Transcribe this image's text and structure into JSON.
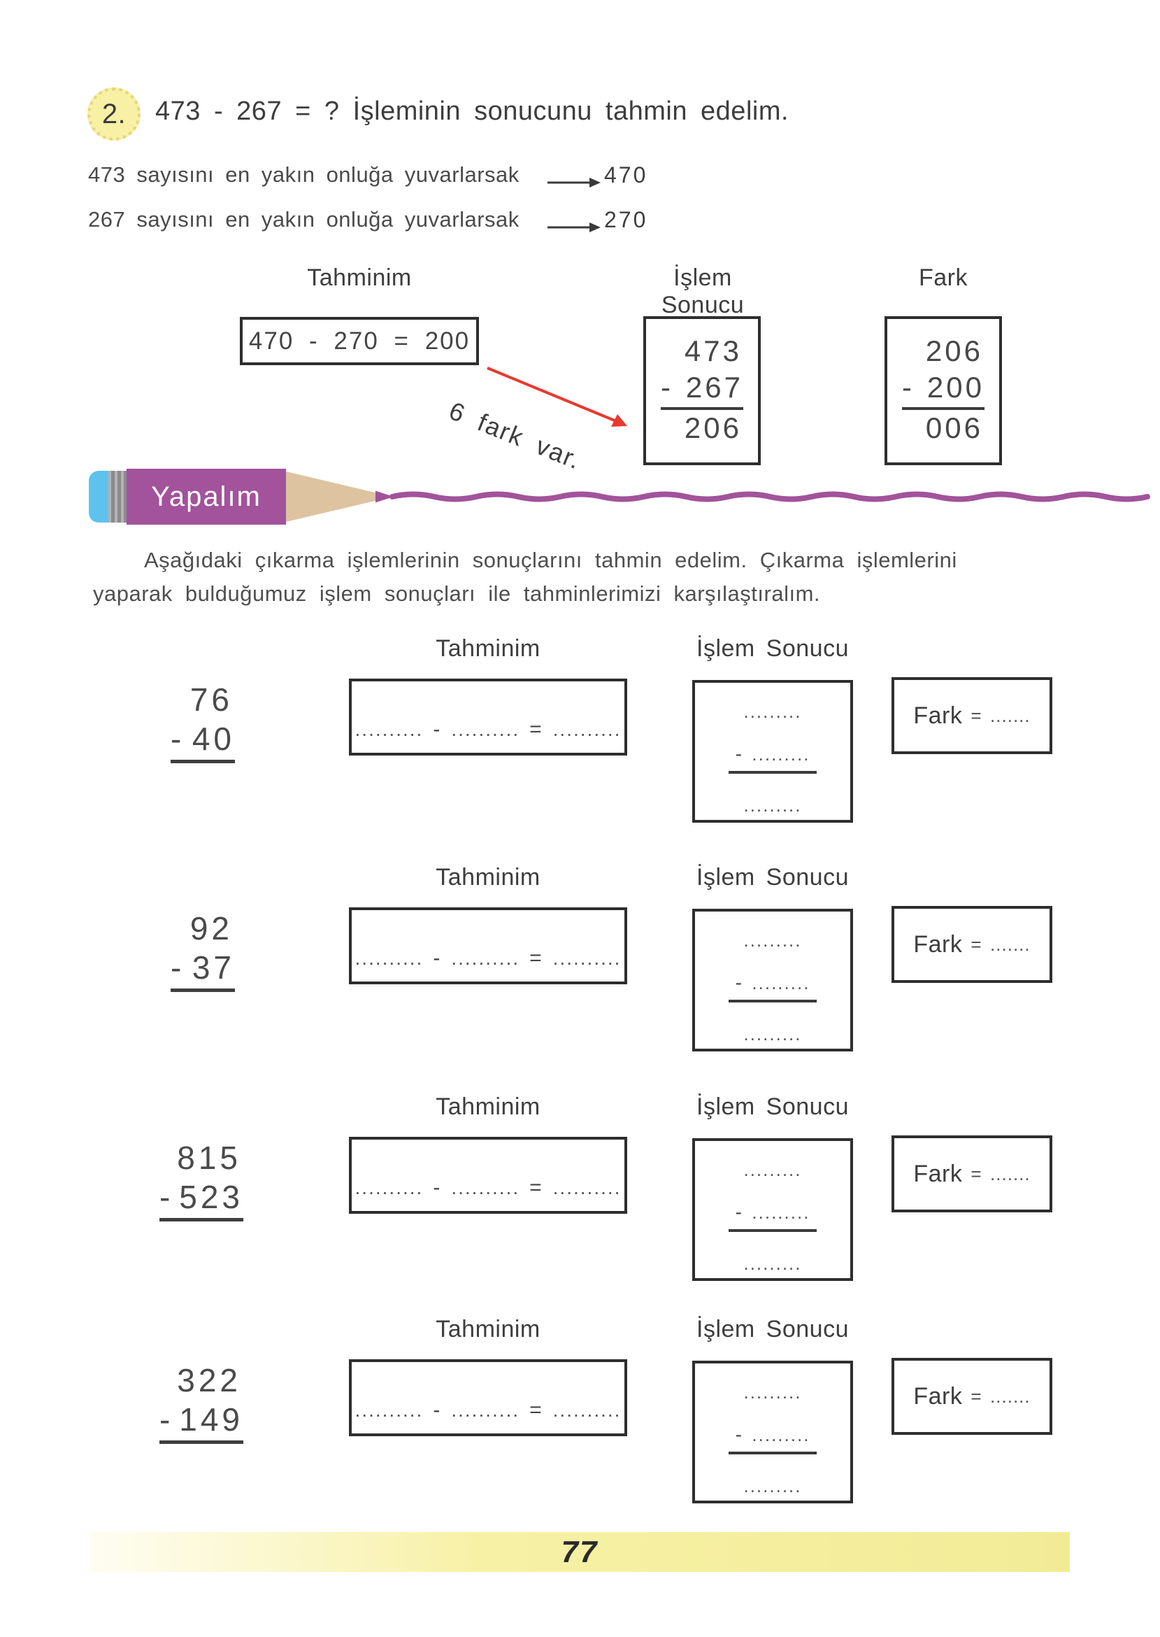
{
  "colors": {
    "accent_purple": "#a2539b",
    "badge_yellow": "#f7f0a5",
    "arrow_red": "#e8392f",
    "footer_yellow": "#f2eb96",
    "eraser_blue": "#5ec2ee",
    "ink": "#424242"
  },
  "example": {
    "number": "2.",
    "title": "473 - 267 = ? İşleminin sonucunu tahmin edelim.",
    "rounding": [
      {
        "text": "473 sayısını en yakın onluğa yuvarlarsak",
        "value": "470"
      },
      {
        "text": "267 sayısını en yakın onluğa yuvarlarsak",
        "value": "270"
      }
    ],
    "columns": {
      "tahminim": "Tahminim",
      "islem_sonucu": "İşlem Sonucu",
      "fark": "Fark"
    },
    "estimate_equation": "470 - 270 = 200",
    "arrow_note": "6 fark var.",
    "islem_calc": {
      "minuend": "473",
      "subtrahend": "267",
      "result": "206"
    },
    "fark_calc": {
      "minuend": "206",
      "subtrahend": "200",
      "result": "006"
    }
  },
  "banner": {
    "label": "Yapalım"
  },
  "instruction": {
    "line1": "Aşağıdaki çıkarma işlemlerinin sonuçlarını tahmin edelim. Çıkarma işlemlerini",
    "line2": "yaparak bulduğumuz işlem sonuçları ile tahminlerimizi karşılaştıralım."
  },
  "labels": {
    "tahminim": "Tahminim",
    "islem_sonucu": "İşlem Sonucu",
    "fark": "Fark"
  },
  "symbols": {
    "minus": "-",
    "equals": "="
  },
  "blanks": {
    "dots10": "..........",
    "dots9": ".........",
    "dots7": "......."
  },
  "exercises": [
    {
      "minuend": "76",
      "subtrahend": "40"
    },
    {
      "minuend": "92",
      "subtrahend": "37"
    },
    {
      "minuend": "815",
      "subtrahend": "523"
    },
    {
      "minuend": "322",
      "subtrahend": "149"
    }
  ],
  "footer": {
    "page": "77"
  },
  "icons": {
    "right_arrow": "right-arrow",
    "red_arrow": "diagonal-red-arrow",
    "pencil": "pencil-banner"
  }
}
